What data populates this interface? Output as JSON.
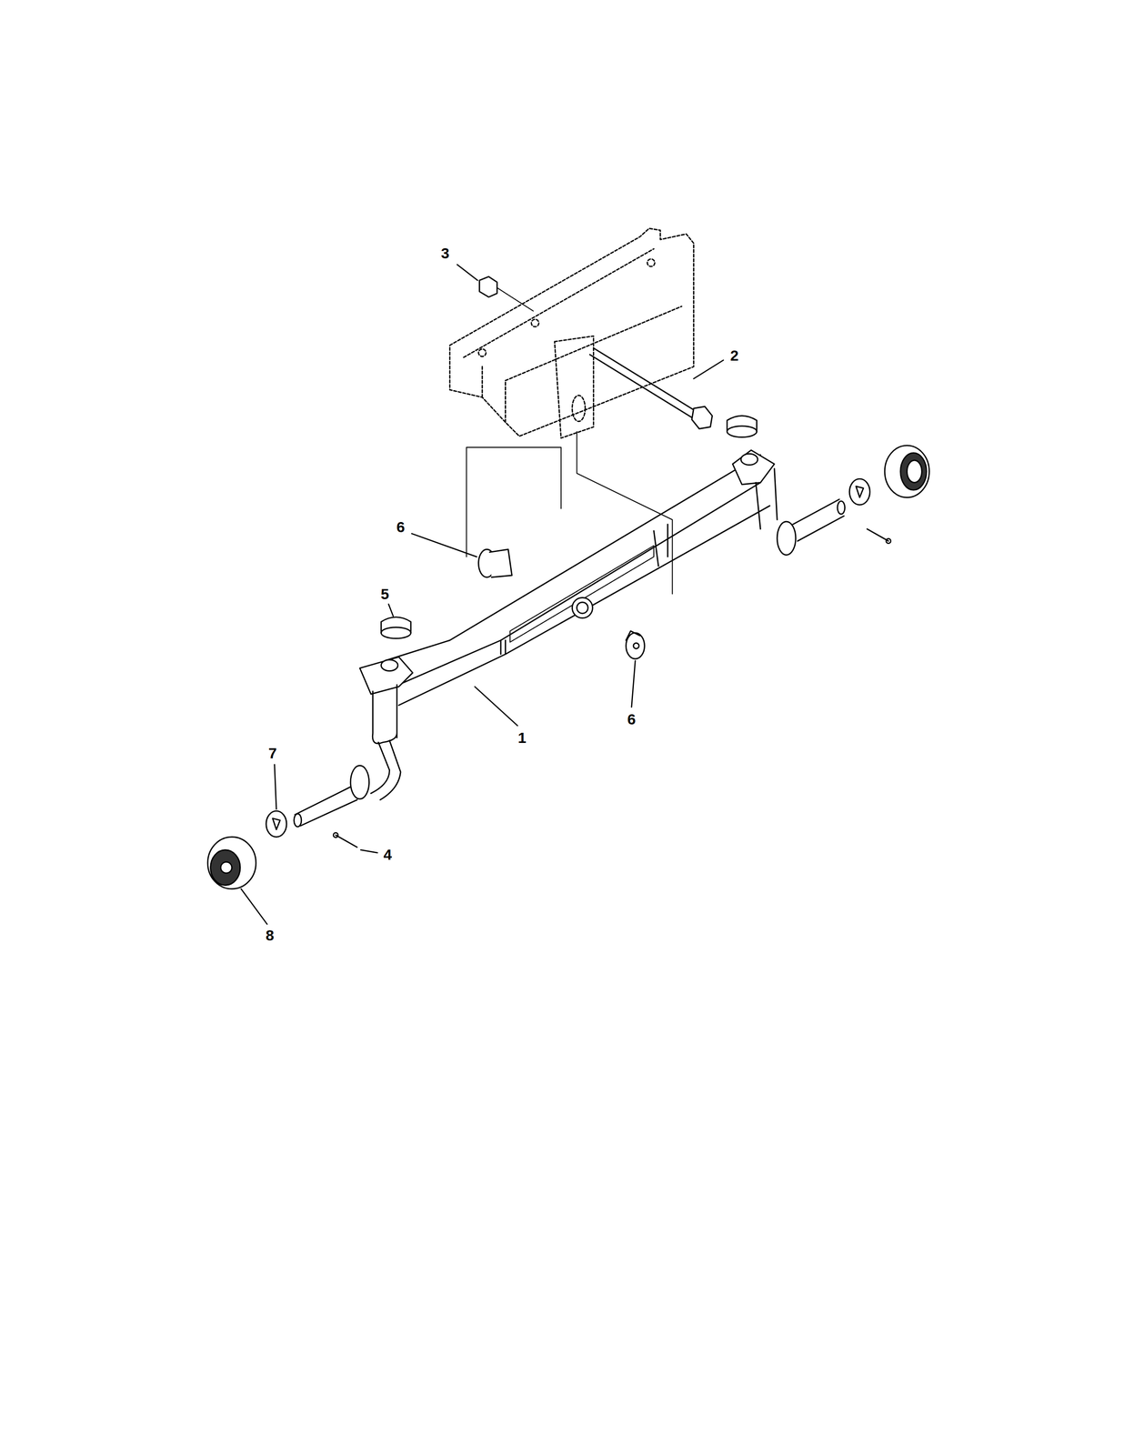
{
  "diagram": {
    "labels": [
      "3",
      "2",
      "6",
      "5",
      "1",
      "6",
      "7",
      "4",
      "8"
    ]
  }
}
